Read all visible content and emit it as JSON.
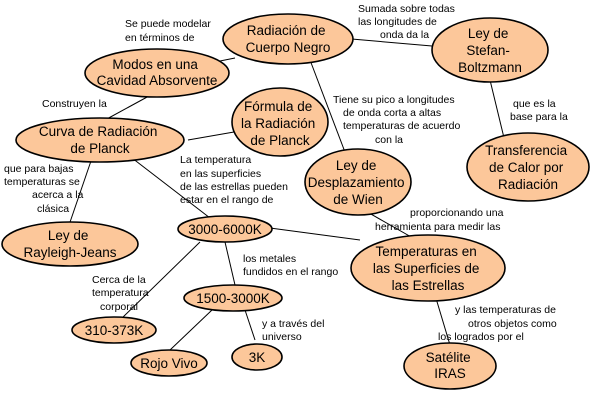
{
  "colors": {
    "node_fill": "#fcc79a",
    "node_stroke": "#000000",
    "line": "#000000"
  },
  "nodes": {
    "radiacion_cuerpo_negro": [
      "Radiación de",
      "Cuerpo Negro"
    ],
    "ley_stefan": [
      "Ley de",
      "Stefan-",
      "Boltzmann"
    ],
    "modos_cavidad": [
      "Modos en una",
      "Cavidad Absorvente"
    ],
    "formula_planck": [
      "Fórmula de",
      "la Radiación",
      "de Planck"
    ],
    "curva_planck": [
      "Curva de Radiación",
      "de Planck"
    ],
    "ley_wien": [
      "Ley de",
      "Desplazamiento",
      "de Wien"
    ],
    "transferencia_calor": [
      "Transferencia",
      "de Calor por",
      "Radiación"
    ],
    "rayleigh_jeans": [
      "Ley de",
      "Rayleigh-Jeans"
    ],
    "rango_3000_6000": [
      "3000-6000K"
    ],
    "temperaturas_estrellas": [
      "Temperaturas en",
      "las Superficies de",
      "las Estrellas"
    ],
    "rango_1500_3000": [
      "1500-3000K"
    ],
    "rango_310_373": [
      "310-373K"
    ],
    "rojo_vivo": [
      "Rojo Vivo"
    ],
    "tres_k": [
      "3K"
    ],
    "satelite_iras": [
      "Satélite",
      "IRAS"
    ]
  },
  "links": {
    "se_puede_modelar": [
      "Se puede modelar",
      "en términos de"
    ],
    "sumada_sobre_todas": [
      "Sumada sobre todas",
      "las longitudes de",
      "onda da la"
    ],
    "construyen_la": [
      "Construyen la"
    ],
    "tiene_su_pico": [
      "Tiene su pico a longitudes",
      "de onda corta a altas",
      "temperaturas de acuerdo",
      "con la"
    ],
    "que_es_la_base": [
      "que es la",
      "base para la"
    ],
    "que_para_bajas": [
      "que para bajas",
      "temperaturas se",
      "acerca a la",
      "clásica"
    ],
    "la_temperatura": [
      "La temperatura",
      "en las superficies",
      "de las estrellas pueden",
      "estar en el rango de"
    ],
    "proporcionando": [
      "proporcionando una",
      "herramienta para medir las"
    ],
    "los_metales": [
      "los metales",
      "fundidos en el rango"
    ],
    "cerca_de_la": [
      "Cerca de la",
      "temperatura",
      "corporal"
    ],
    "y_a_traves": [
      "y a través del",
      "universo"
    ],
    "y_las_temperaturas": [
      "y las temperaturas de",
      "otros objetos como",
      "los logrados por el"
    ]
  }
}
